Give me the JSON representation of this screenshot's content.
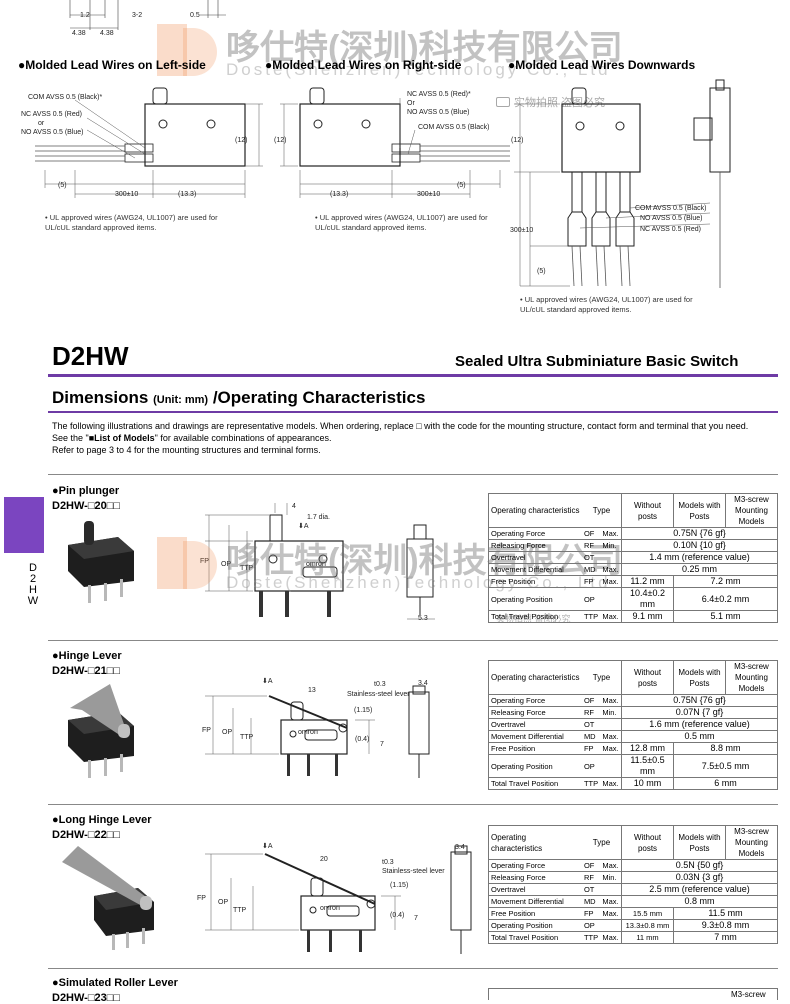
{
  "watermark": {
    "cn": "哆仕特(深圳)科技有限公司",
    "en": "Doste(Shenzhen)Technology Co., Ltd",
    "photo_note": "实物拍照 盗图必究",
    "logo_icon": "doste-logo-icon"
  },
  "top_dims": {
    "a": "1.2",
    "b": "3-2",
    "c": "0.5",
    "d": "4.38",
    "e": "4.38"
  },
  "lead_wires": {
    "left": {
      "title": "●Molded Lead Wires on Left-side",
      "com": "COM AVSS 0.5 (Black)*",
      "nc": "NC AVSS 0.5 (Red)",
      "or": "or",
      "no": "NO AVSS 0.5 (Blue)",
      "d12": "(12)",
      "d5": "(5)",
      "d300": "300±10",
      "d133": "(13.3)",
      "note": "• UL approved wires (AWG24, UL1007) are used for UL/cUL standard approved items."
    },
    "right": {
      "title": "●Molded Lead Wires on Right-side",
      "nc": "NC AVSS 0.5 (Red)*",
      "or": "Or",
      "no": "NO AVSS 0.5 (Blue)",
      "com": "COM AVSS 0.5 (Black)",
      "d12": "(12)",
      "d133": "(13.3)",
      "d300": "300±10",
      "d5": "(5)",
      "note": "• UL approved wires (AWG24, UL1007) are used for UL/cUL standard approved items."
    },
    "down": {
      "title": "●Molded Lead Wires Downwards",
      "d12": "(12)",
      "d300": "300±10",
      "d5": "(5)",
      "com": "COM AVSS 0.5 (Black)",
      "no": "NO AVSS 0.5 (Blue)",
      "nc": "NC AVSS 0.5 (Red)",
      "note": "• UL approved wires (AWG24, UL1007) are used for UL/cUL standard approved items."
    }
  },
  "header": {
    "model": "D2HW",
    "subtitle": "Sealed Ultra Subminiature Basic Switch"
  },
  "dimensions": {
    "title": "Dimensions",
    "unit": "(Unit: mm)",
    "title2": "/Operating Characteristics",
    "intro1": "The following illustrations and drawings are representative models. When ordering, replace □ with the code for the mounting structure, contact form and terminal that you need.",
    "intro2_pre": "See the \"",
    "intro2_bold": "■List of Models",
    "intro2_post": "\" for available combinations of appearances.",
    "intro3": "Refer to page 3 to 4 for the mounting structures and terminal forms."
  },
  "side_tab": {
    "text": "D\n2\nH\nW"
  },
  "spec_header": {
    "oc": "Operating characteristics",
    "oc_split1": "Operating",
    "oc_split2": "characteristics",
    "type": "Type",
    "without": "Without posts",
    "with": "Models with Posts",
    "with2": "Models with Posts",
    "m3": "M3-screw Mounting Models"
  },
  "sections": [
    {
      "name": "●Pin plunger",
      "code": "D2HW-□20□□",
      "dims": {
        "w4": "4",
        "dia": "1.7 dia.",
        "a": "A",
        "fp": "FP",
        "op": "OP",
        "ttp": "TTP",
        "d53": "5.3",
        "brand": "omron"
      },
      "rows": [
        {
          "p": "Operating Force",
          "s": "OF",
          "m": "Max.",
          "v1": "0.75N {76 gf}"
        },
        {
          "p": "Releasing Force",
          "s": "RF",
          "m": "Min.",
          "v1": "0.10N {10 gf}"
        },
        {
          "p": "Overtravel",
          "s": "OT",
          "m": "",
          "v1": "1.4 mm (reference value)"
        },
        {
          "p": "Movement Differential",
          "s": "MD",
          "m": "Max.",
          "v1": "0.25 mm"
        },
        {
          "p": "Free Position",
          "s": "FP",
          "m": "Max.",
          "v1": "11.2 mm",
          "v2": "7.2 mm"
        },
        {
          "p": "Operating Position",
          "s": "OP",
          "m": "",
          "v1": "10.4±0.2 mm",
          "v2": "6.4±0.2 mm"
        },
        {
          "p": "Total Travel Position",
          "s": "TTP",
          "m": "Max.",
          "v1": "9.1 mm",
          "v2": "5.1 mm"
        }
      ]
    },
    {
      "name": "●Hinge Lever",
      "code": "D2HW-□21□□",
      "dims": {
        "a": "A",
        "l13": "13",
        "t03": "t0.3",
        "ss": "Stainless-steel lever",
        "d115": "(1.15)",
        "d04": "(0.4)",
        "d7": "7",
        "d34": "3.4",
        "fp": "FP",
        "op": "OP",
        "ttp": "TTP",
        "brand": "omron"
      },
      "rows": [
        {
          "p": "Operating Force",
          "s": "OF",
          "m": "Max.",
          "v1": "0.75N {76 gf}"
        },
        {
          "p": "Releasing Force",
          "s": "RF",
          "m": "Min.",
          "v1": "0.07N {7 gf}"
        },
        {
          "p": "Overtravel",
          "s": "OT",
          "m": "",
          "v1": "1.6 mm (reference value)"
        },
        {
          "p": "Movement Differential",
          "s": "MD",
          "m": "Max.",
          "v1": "0.5 mm"
        },
        {
          "p": "Free Position",
          "s": "FP",
          "m": "Max.",
          "v1": "12.8 mm",
          "v2": "8.8 mm"
        },
        {
          "p": "Operating Position",
          "s": "OP",
          "m": "",
          "v1": "11.5±0.5 mm",
          "v2": "7.5±0.5 mm"
        },
        {
          "p": "Total Travel Position",
          "s": "TTP",
          "m": "Max.",
          "v1": "10 mm",
          "v2": "6 mm"
        }
      ]
    },
    {
      "name": "●Long Hinge Lever",
      "code": "D2HW-□22□□",
      "dims": {
        "a": "A",
        "l20": "20",
        "t03": "t0.3",
        "ss": "Stainless-steel lever",
        "d115": "(1.15)",
        "d04": "(0.4)",
        "d7": "7",
        "d34": "3.4",
        "fp": "FP",
        "op": "OP",
        "ttp": "TTP",
        "brand": "omron"
      },
      "rows": [
        {
          "p": "Operating Force",
          "s": "OF",
          "m": "Max.",
          "v1": "0.5N {50 gf}"
        },
        {
          "p": "Releasing Force",
          "s": "RF",
          "m": "Min.",
          "v1": "0.03N {3 gf}"
        },
        {
          "p": "Overtravel",
          "s": "OT",
          "m": "",
          "v1": "2.5 mm (reference value)"
        },
        {
          "p": "Movement Differential",
          "s": "MD",
          "m": "Max.",
          "v1": "0.8 mm"
        },
        {
          "p": "Free Position",
          "s": "FP",
          "m": "Max.",
          "v1": "15.5 mm",
          "v2": "11.5 mm"
        },
        {
          "p": "Operating Position",
          "s": "OP",
          "m": "",
          "v1": "13.3±0.8 mm",
          "v2": "9.3±0.8 mm"
        },
        {
          "p": "Total Travel Position",
          "s": "TTP",
          "m": "Max.",
          "v1": "11 mm",
          "v2": "7 mm"
        }
      ]
    },
    {
      "name": "●Simulated Roller Lever",
      "code": "D2HW-□23□□"
    }
  ]
}
